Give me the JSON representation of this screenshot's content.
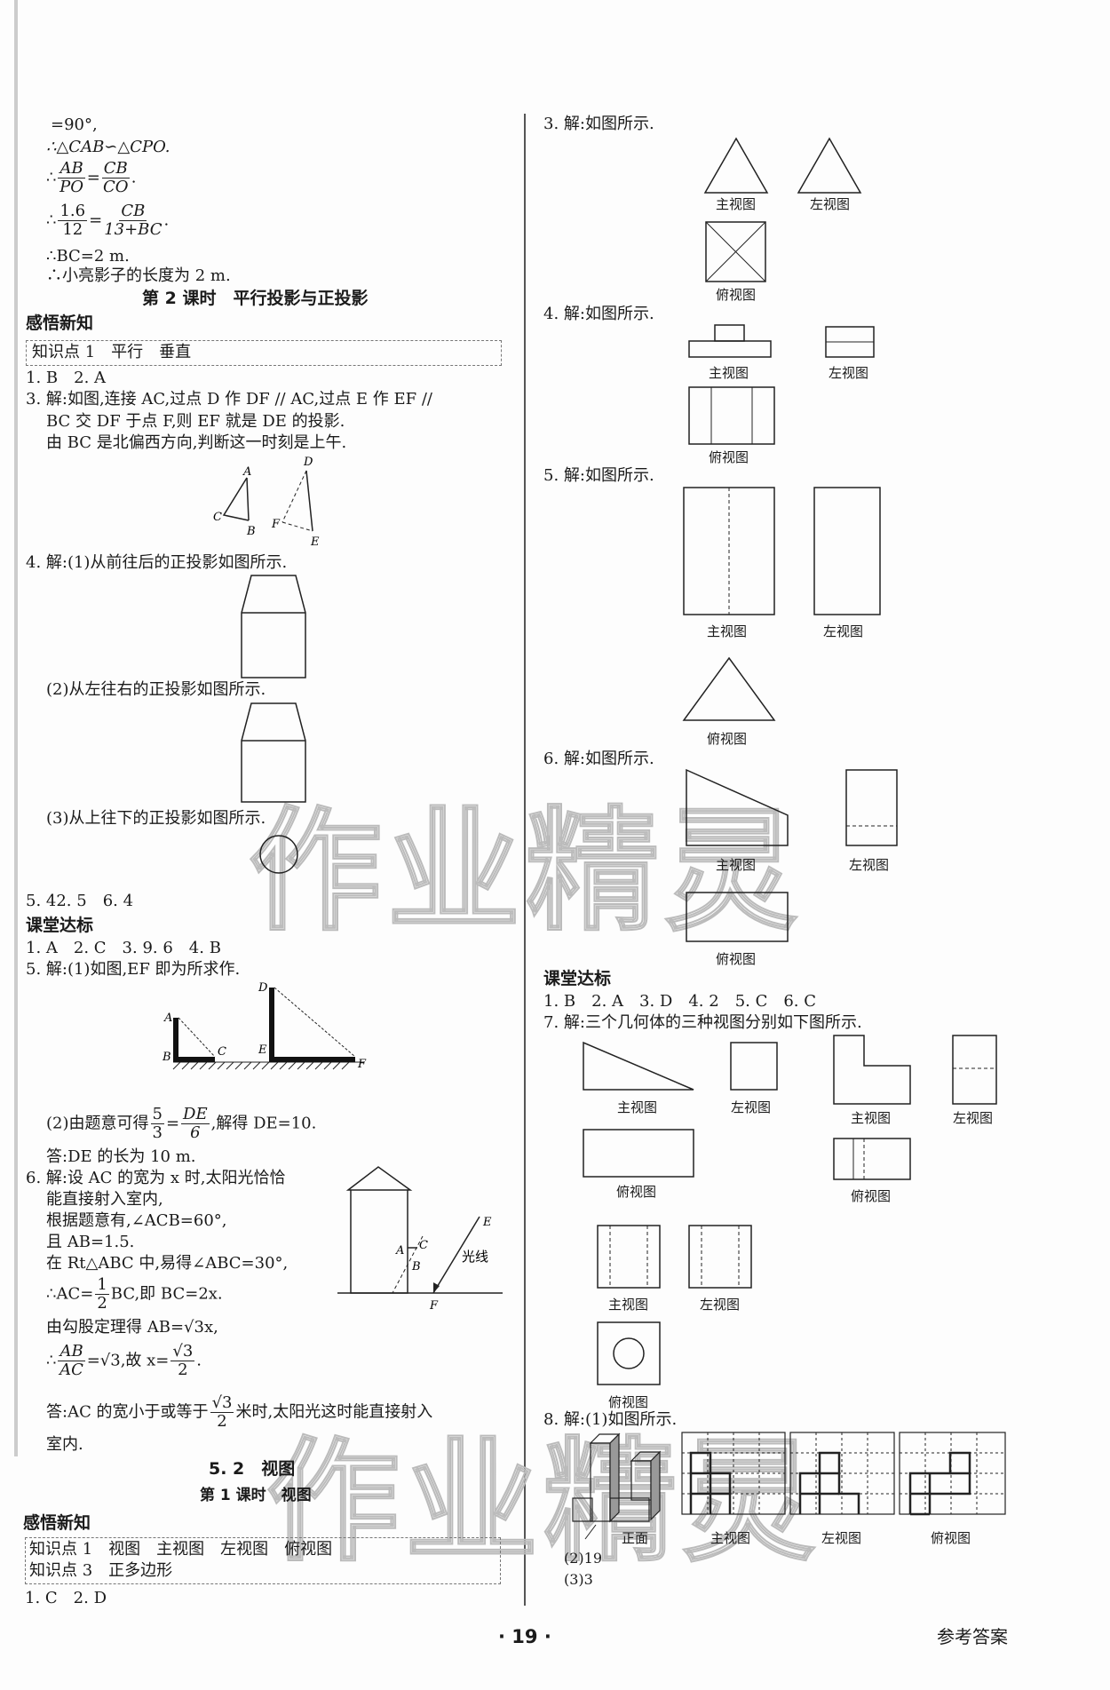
{
  "left": {
    "l1": "=90°,",
    "l2": "∴△CAB∽△CPO.",
    "f1": {
      "pre": "∴",
      "n1": "AB",
      "d1": "PO",
      "eq": "=",
      "n2": "CB",
      "d2": "CO",
      "post": "."
    },
    "f2": {
      "pre": "∴",
      "n1": "1.6",
      "d1": "12",
      "eq": "=",
      "n2": "CB",
      "d2": "13+BC",
      "post": "."
    },
    "l3": "∴BC=2 m.",
    "l4": "∴小亮影子的长度为 2 m.",
    "lesson2": "第 2 课时　平行投影与正投影",
    "sec1": "感悟新知",
    "kp1": "知识点 1　平行　垂直",
    "a12": "1. B　2. A",
    "a3_1": "3. 解:如图,连接 AC,过点 D 作 DF // AC,过点 E 作 EF //",
    "a3_2": "BC 交 DF 于点 F,则 EF 就是 DE 的投影.",
    "a3_3": "由 BC 是北偏西方向,判断这一时刻是上午.",
    "fig3": {
      "A": "A",
      "B": "B",
      "C": "C",
      "D": "D",
      "E": "E",
      "F": "F"
    },
    "a4_1": "4. 解:(1)从前往后的正投影如图所示.",
    "a4_2": "(2)从左往右的正投影如图所示.",
    "a4_3": "(3)从上往下的正投影如图所示.",
    "a56": "5. 42. 5　6. 4",
    "sec2": "课堂达标",
    "b14": "1. A　2. C　3. 9. 6　4. B",
    "b5_1": "5. 解:(1)如图,EF 即为所求作.",
    "fig5": {
      "A": "A",
      "B": "B",
      "C": "C",
      "D": "D",
      "E": "E",
      "F": "F"
    },
    "b5_2": {
      "pre": "(2)由题意可得",
      "n1": "5",
      "d1": "3",
      "eq": "=",
      "n2": "DE",
      "d2": "6",
      "post": ",解得 DE=10."
    },
    "b5_3": "答:DE 的长为 10 m.",
    "b6_1": "6. 解:设 AC 的宽为 x 时,太阳光恰恰",
    "b6_2": "能直接射入室内,",
    "b6_3": "根据题意有,∠ACB=60°,",
    "b6_4": "且 AB=1.5.",
    "b6_5": "在 Rt△ABC 中,易得∠ABC=30°,",
    "b6_6": {
      "pre": "∴AC=",
      "n": "1",
      "d": "2",
      "post": "BC,即 BC=2x."
    },
    "b6_7": "由勾股定理得 AB=√3x,",
    "b6_8": {
      "pre": "∴",
      "n1": "AB",
      "d1": "AC",
      "mid": "=√3,故 x=",
      "n2": "√3",
      "d2": "2",
      "post": "."
    },
    "b6_9": {
      "pre": "答:AC 的宽小于或等于",
      "n": "√3",
      "d": "2",
      "post": "米时,太阳光这时能直接射入"
    },
    "b6_10": "室内.",
    "fig6": {
      "A": "A",
      "B": "B",
      "C": "C",
      "E": "E",
      "F": "F",
      "light": "光线"
    },
    "section52": "5. 2　视图",
    "lesson1": "第 1 课时　视图",
    "sec3": "感悟新知",
    "kp2": "知识点 1　视图　主视图　左视图　俯视图",
    "kp3": "知识点 3　正多边形",
    "c12": "1. C　2. D"
  },
  "right": {
    "r3": "3. 解:如图所示.",
    "r4": "4. 解:如图所示.",
    "r5": "5. 解:如图所示.",
    "r6": "6. 解:如图所示.",
    "sec": "课堂达标",
    "r1_6": "1. B　2. A　3. D　4. 2　5. C　6. C",
    "r7": "7. 解:三个几何体的三种视图分别如下图所示.",
    "r8": "8. 解:(1)如图所示.",
    "r8_2": "(2)19",
    "r8_3": "(3)3",
    "front": "正面"
  },
  "views": {
    "main": "主视图",
    "left": "左视图",
    "top": "俯视图"
  },
  "footer": {
    "page": "· 19 ·",
    "title": "参考答案"
  },
  "watermark": "作业精灵"
}
